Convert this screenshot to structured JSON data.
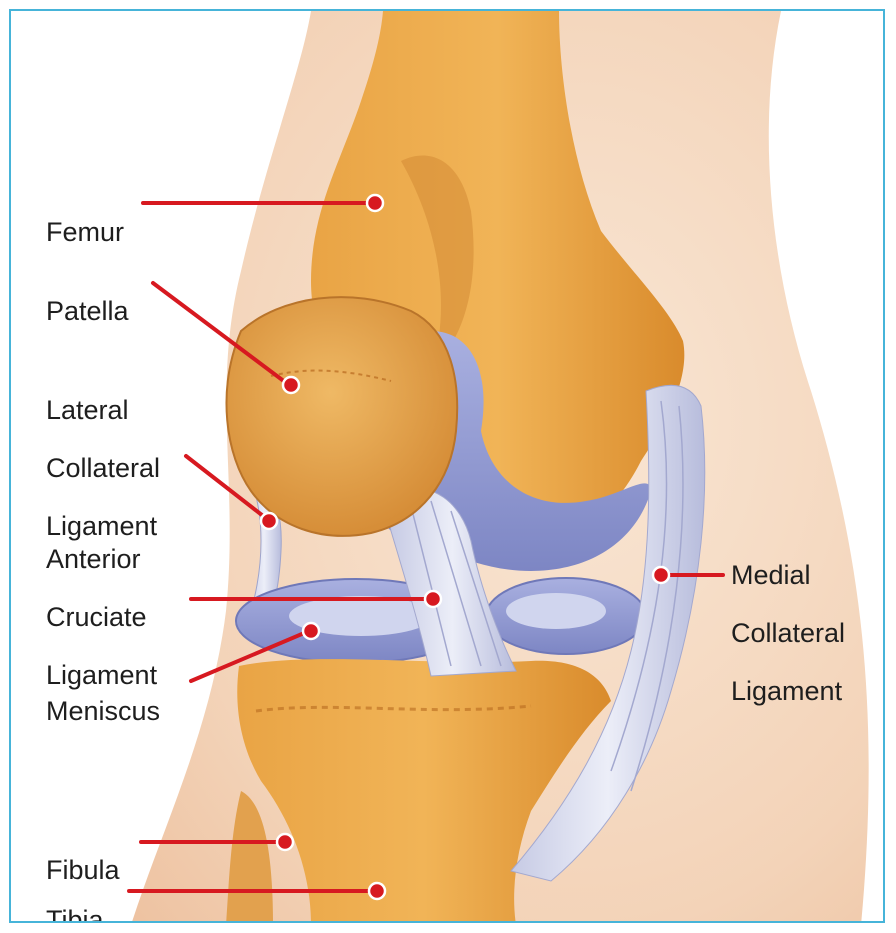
{
  "colors": {
    "border": "#46b4d9",
    "leader": "#d71920",
    "bone": "#e6a24a",
    "cartilage": "#9aa3d6",
    "ligament": "#d9dcec",
    "skin": "#f6dcc6"
  },
  "labels": {
    "femur": [
      "Femur"
    ],
    "patella": [
      "Patella"
    ],
    "lateral_collateral_ligament": [
      "Lateral",
      "Collateral",
      "Ligament"
    ],
    "anterior_cruciate_ligament": [
      "Anterior",
      "Cruciate",
      "Ligament"
    ],
    "meniscus": [
      "Meniscus"
    ],
    "fibula": [
      "Fibula"
    ],
    "tibia": [
      "Tibia"
    ],
    "medial_collateral_ligament": [
      "Medial",
      "Collateral",
      "Ligament"
    ]
  }
}
